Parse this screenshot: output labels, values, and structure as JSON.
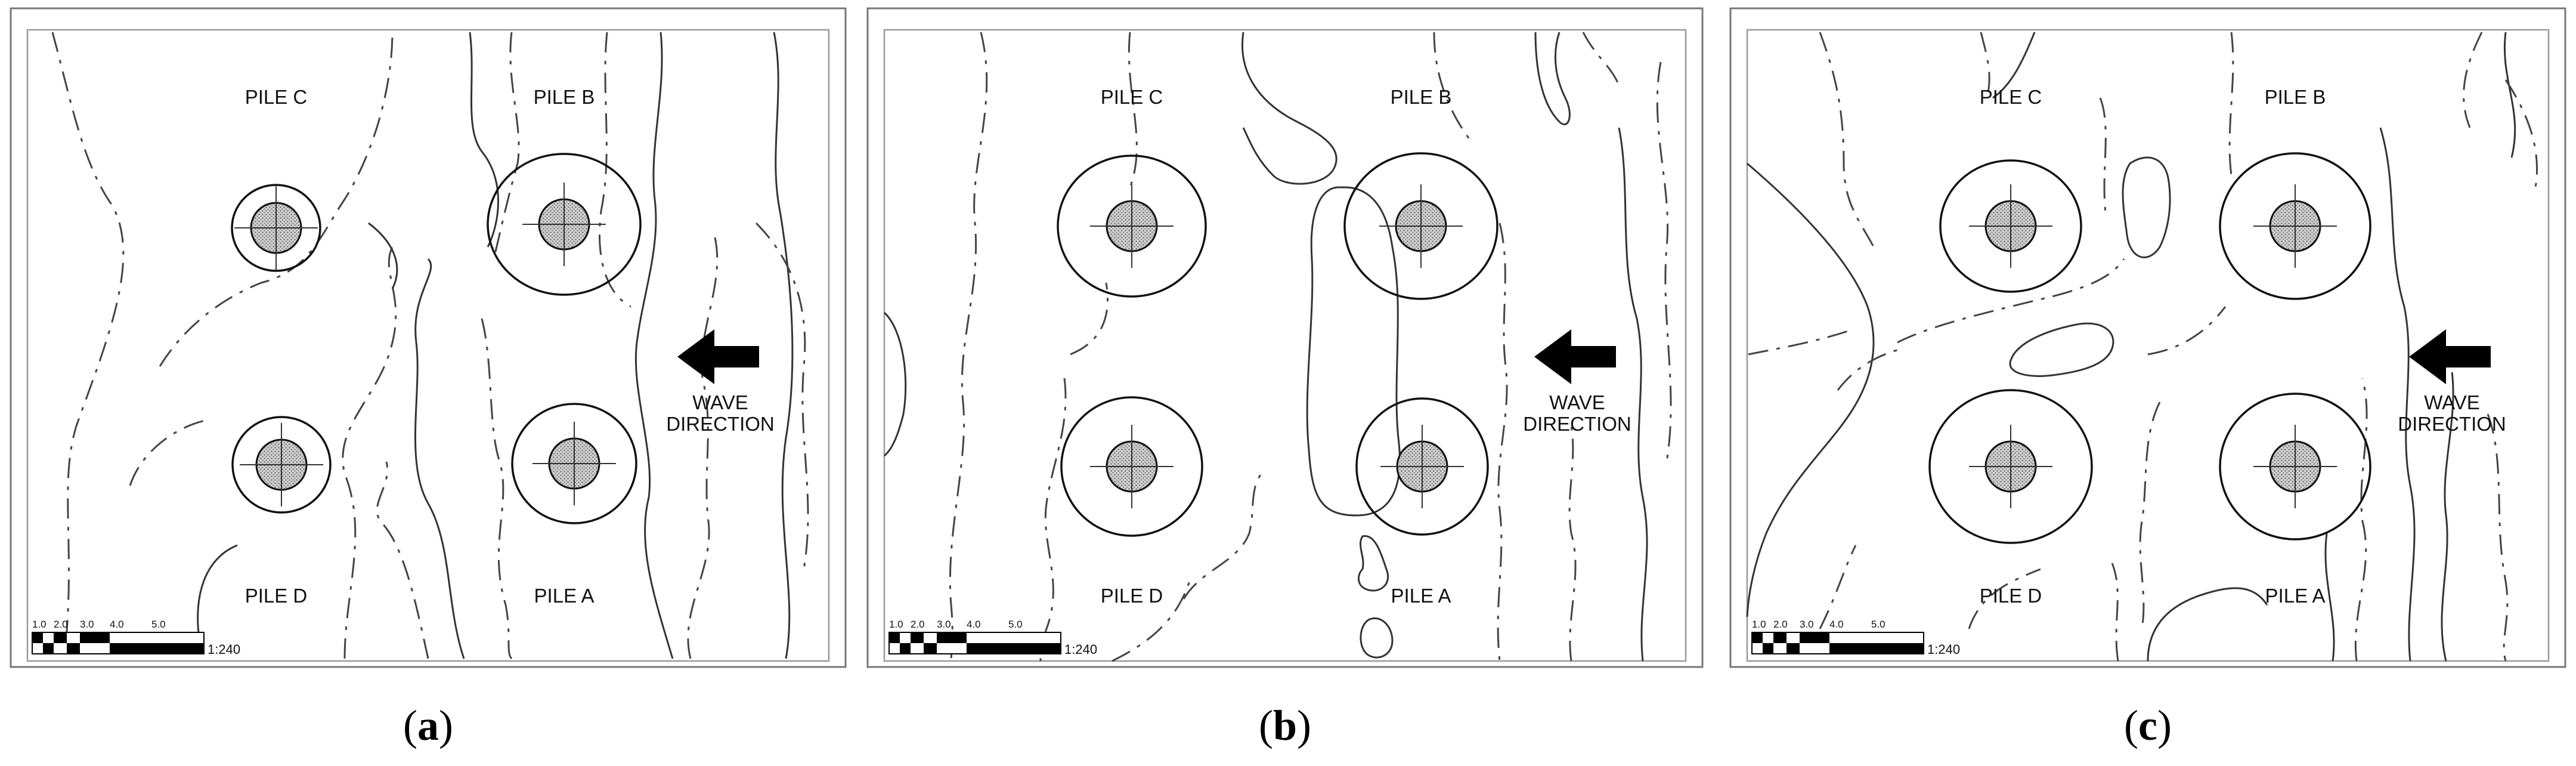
{
  "panels": [
    {
      "id": "a",
      "labels": {
        "c": "PILE C",
        "b": "PILE B",
        "d": "PILE D",
        "a": "PILE A"
      },
      "wave": {
        "line1": "WAVE",
        "line2": "DIRECTION"
      },
      "scale": {
        "ticks": [
          "1.0",
          "2.0",
          "3.0",
          "4.0",
          "5.0"
        ],
        "ratio": "1:240"
      },
      "caption": {
        "open": "(",
        "letter": "a",
        "close": ")"
      }
    },
    {
      "id": "b",
      "labels": {
        "c": "PILE C",
        "b": "PILE B",
        "d": "PILE D",
        "a": "PILE A"
      },
      "wave": {
        "line1": "WAVE",
        "line2": "DIRECTION"
      },
      "scale": {
        "ticks": [
          "1.0",
          "2.0",
          "3.0",
          "4.0",
          "5.0"
        ],
        "ratio": "1:240"
      },
      "caption": {
        "open": "(",
        "letter": "b",
        "close": ")"
      }
    },
    {
      "id": "c",
      "labels": {
        "c": "PILE C",
        "b": "PILE B",
        "d": "PILE D",
        "a": "PILE A"
      },
      "wave": {
        "line1": "WAVE",
        "line2": "DIRECTION"
      },
      "scale": {
        "ticks": [
          "1.0",
          "2.0",
          "3.0",
          "4.0",
          "5.0"
        ],
        "ratio": "1:240"
      },
      "caption": {
        "open": "(",
        "letter": "c",
        "close": ")"
      }
    }
  ]
}
